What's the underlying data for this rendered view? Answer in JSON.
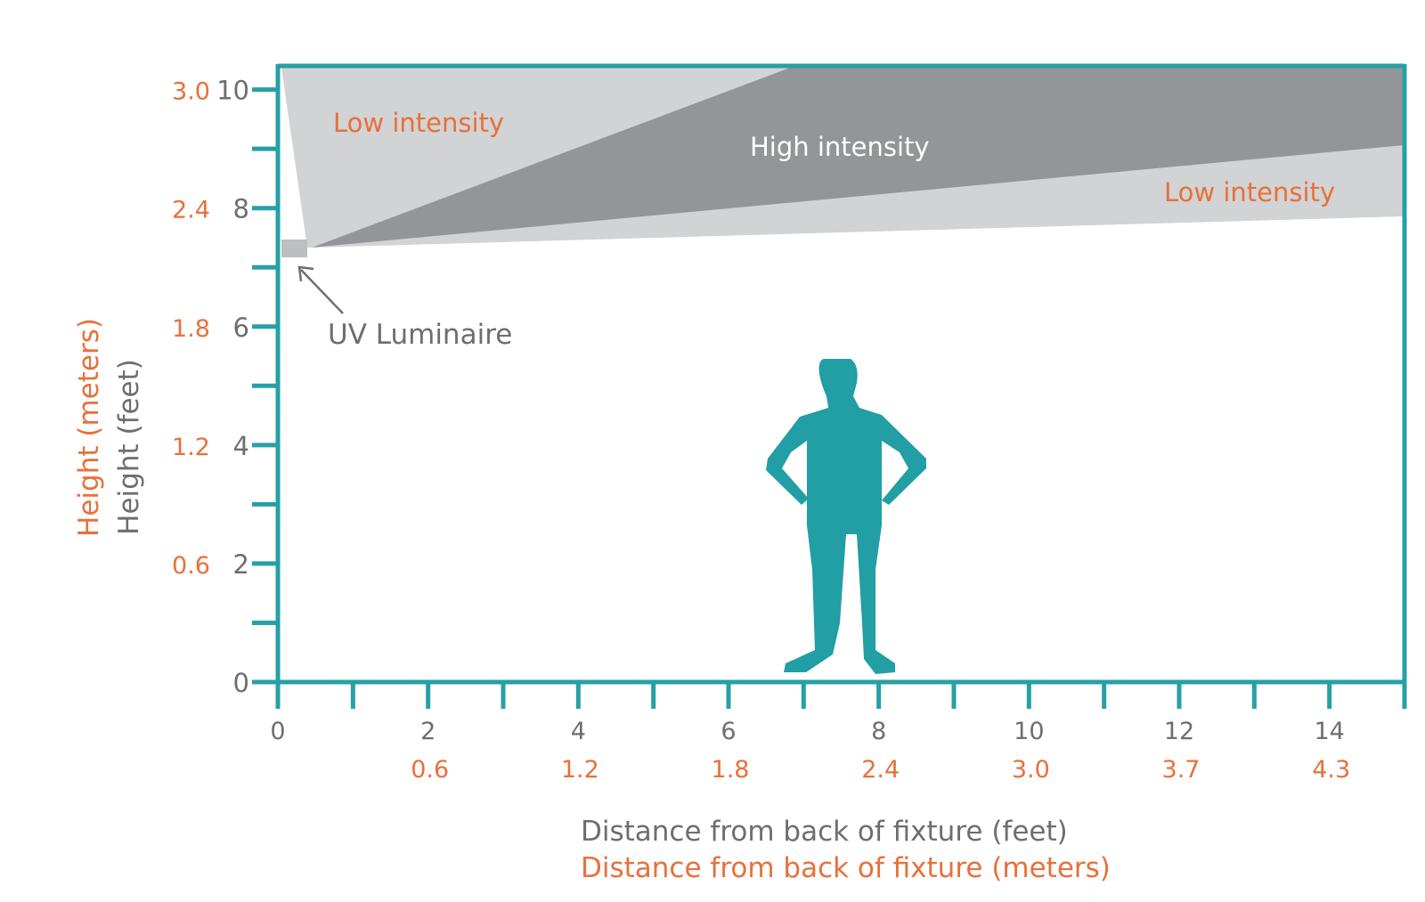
{
  "colors": {
    "axis": "#26a0a6",
    "orange": "#e8703a",
    "gray_text": "#6d6e71",
    "beam_light": "#d1d3d4",
    "beam_dark": "#939598",
    "luminaire": "#bcbec0",
    "person": "#229ea5",
    "white": "#ffffff"
  },
  "labels": {
    "low_intensity_top": "Low intensity",
    "high_intensity": "High intensity",
    "low_intensity_bottom": "Low intensity",
    "uv_luminaire": "UV Luminaire",
    "y_label_meters": "Height (meters)",
    "y_label_feet": "Height (feet)",
    "x_label_feet": "Distance from back of fixture (feet)",
    "x_label_meters": "Distance from back of fixture (meters)"
  },
  "icons": {
    "person": "person-silhouette-icon",
    "arrow": "arrow-icon"
  },
  "axes": {
    "x_feet_range": [
      0,
      15
    ],
    "y_feet_range": [
      0,
      10.4
    ],
    "x_ticks_feet": [
      "0",
      "2",
      "4",
      "6",
      "8",
      "10",
      "12",
      "14"
    ],
    "x_ticks_meters": [
      "",
      "0.6",
      "1.2",
      "1.8",
      "2.4",
      "3.0",
      "3.7",
      "4.3"
    ],
    "y_ticks_feet": [
      "0",
      "2",
      "4",
      "6",
      "8",
      "10"
    ],
    "y_ticks_meters": [
      "",
      "0.6",
      "1.2",
      "1.8",
      "2.4",
      "3.0"
    ]
  }
}
